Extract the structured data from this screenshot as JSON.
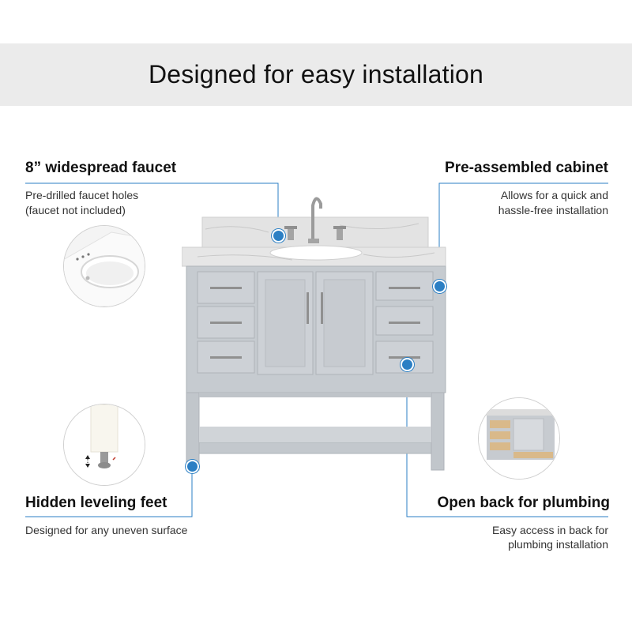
{
  "header": {
    "title": "Designed for easy installation"
  },
  "features": {
    "faucet": {
      "title": "8” widespread faucet",
      "desc_line1": "Pre-drilled faucet holes",
      "desc_line2": "(faucet not included)"
    },
    "cabinet": {
      "title": "Pre-assembled cabinet",
      "desc_line1": "Allows for  a quick and",
      "desc_line2": "hassle-free installation"
    },
    "feet": {
      "title": "Hidden leveling feet",
      "desc_line1": "Designed for any uneven surface"
    },
    "plumbing": {
      "title": "Open back for plumbing",
      "desc_line1": "Easy access in back for",
      "desc_line2": "plumbing installation"
    }
  },
  "colors": {
    "accent": "#2b7fc4",
    "banner_bg": "#ebebeb",
    "cabinet": "#c9cdd2",
    "countertop": "#e4e4e4"
  },
  "icons": [
    "sink-detail-icon",
    "leveling-foot-icon",
    "open-back-icon",
    "callout-dot-icon"
  ]
}
